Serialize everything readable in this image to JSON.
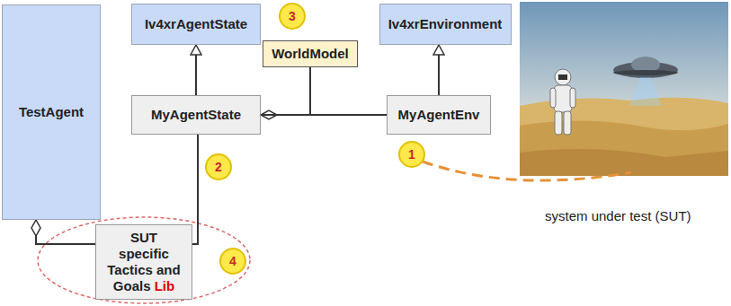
{
  "diagram": {
    "nodes": [
      {
        "text": [
          "TestAgent"
        ]
      },
      {
        "text": [
          "Iv4xrAgentState"
        ]
      },
      {
        "text": [
          "Iv4xrEnvironment"
        ]
      },
      {
        "text": [
          "WorldModel"
        ]
      },
      {
        "text": [
          "MyAgentState"
        ]
      },
      {
        "text": [
          "MyAgentEnv"
        ]
      },
      {
        "text": [
          "SUT specific Tactics and Goals",
          "Lib"
        ]
      }
    ],
    "edges": [
      {
        "from": 4,
        "to": 1,
        "arrow": "to"
      },
      {
        "from": 5,
        "to": 2,
        "arrow": "to"
      },
      {
        "from": 5,
        "to": 4,
        "arrow": "to"
      },
      {
        "from": 3,
        "to": 4,
        "arrow": "none"
      },
      {
        "from": 4,
        "to": 0,
        "arrow": "to"
      }
    ],
    "labels": [
      "1",
      "2",
      "3",
      "4",
      "system under test (SUT)"
    ]
  }
}
